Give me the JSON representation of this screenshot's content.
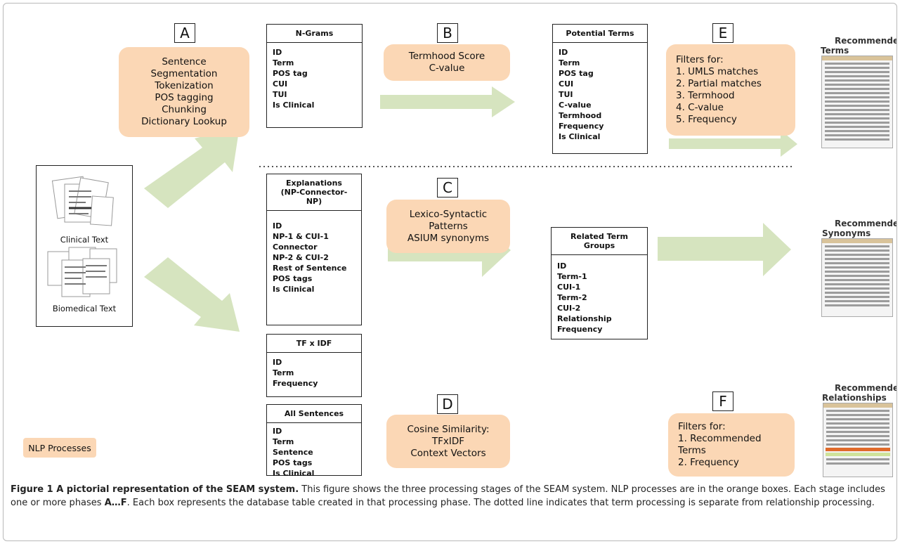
{
  "letters": {
    "a": "A",
    "b": "B",
    "c": "C",
    "d": "D",
    "e": "E",
    "f": "F"
  },
  "nlp_boxes": {
    "a": [
      "Sentence",
      "Segmentation",
      "Tokenization",
      "POS tagging",
      "Chunking",
      "Dictionary Lookup"
    ],
    "b": [
      "Termhood Score",
      "C-value"
    ],
    "c": [
      "Lexico-Syntactic",
      "Patterns",
      "ASIUM synonyms"
    ],
    "d": [
      "Cosine Similarity:",
      "TFxIDF",
      "Context Vectors"
    ],
    "e": {
      "title": "Filters for:",
      "items": [
        "1.   UMLS matches",
        "2.   Partial matches",
        "3.   Termhood",
        "4.   C-value",
        "5.   Frequency"
      ]
    },
    "f": {
      "title": "Filters for:",
      "items": [
        "1.   Recommended",
        "      Terms",
        "2.   Frequency"
      ]
    },
    "legend": "NLP Processes"
  },
  "tables": {
    "ngrams": {
      "title": "N-Grams",
      "rows": [
        "ID",
        "Term",
        "POS tag",
        "CUI",
        "TUI",
        "Is Clinical"
      ]
    },
    "potential_terms": {
      "title": "Potential Terms",
      "rows": [
        "ID",
        "Term",
        "POS tag",
        "CUI",
        "TUI",
        "C-value",
        "Termhood",
        "Frequency",
        "Is Clinical"
      ]
    },
    "explanations": {
      "title_lines": [
        "Explanations",
        "(NP-Connector-",
        "NP)"
      ],
      "rows": [
        "ID",
        "NP-1 & CUI-1",
        "Connector",
        "NP-2 & CUI-2",
        "Rest of Sentence",
        "POS tags",
        "Is Clinical"
      ]
    },
    "tfidf": {
      "title": "TF x IDF",
      "rows": [
        "ID",
        "Term",
        "Frequency"
      ]
    },
    "all_sentences": {
      "title": "All Sentences",
      "rows": [
        "ID",
        "Term",
        "Sentence",
        "POS tags",
        "Is Clinical"
      ]
    },
    "related": {
      "title_lines": [
        "Related Term",
        "Groups"
      ],
      "rows": [
        "ID",
        "Term-1",
        "CUI-1",
        "Term-2",
        "CUI-2",
        "Relationship",
        "Frequency"
      ]
    }
  },
  "input": {
    "clinical": "Clinical Text",
    "biomedical": "Biomedical Text"
  },
  "outputs": {
    "terms": [
      "Recommended",
      "Terms"
    ],
    "synonyms": [
      "Recommended",
      "Synonyms"
    ],
    "relationships": [
      "Recommended",
      "Relationships"
    ]
  },
  "caption": {
    "figure": "Figure 1 A pictorial representation of the SEAM system.",
    "text1": " This figure shows the three processing stages of the SEAM system. NLP processes are in the orange boxes. Each stage includes one or more phases ",
    "phases": "A…F",
    "text2": ". Each box represents the database table created in that processing phase. The dotted line indicates that term processing is separate from relationship processing."
  },
  "colors": {
    "orange": "#fbd7b5",
    "arrow": "#d6e4bf",
    "border": "#222222"
  }
}
